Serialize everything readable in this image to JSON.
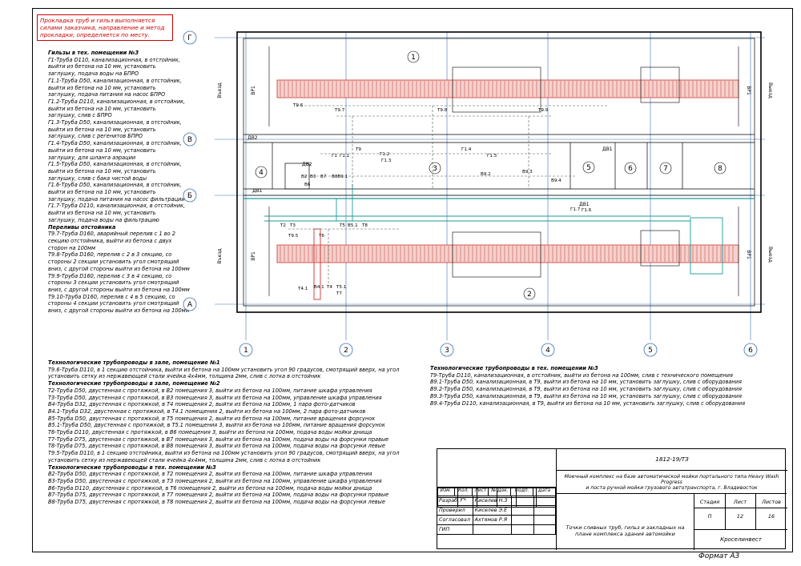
{
  "red_note": [
    "Прокладка труб и гильз выполняется",
    "силами заказчика, направление и метод",
    "прокладки, определяется по месту."
  ],
  "left_text": [
    {
      "t": "Гильзы в тех. помещении №3",
      "h": true
    },
    {
      "t": "Г1-Труба D110, канализационная, в отстойник,"
    },
    {
      "t": "выйти из бетона на 10 мм, установить"
    },
    {
      "t": "заглушку, подача воды на БПРО"
    },
    {
      "t": "Г1.1-Труба D50, канализационная, в отстойник,"
    },
    {
      "t": "выйти из бетона на 10 мм, установить"
    },
    {
      "t": "заглушку, подача питания на насос БПРО"
    },
    {
      "t": "Г1.2-Труба D110, канализационная, в отстойник,"
    },
    {
      "t": "выйти из бетона на 10 мм, установить"
    },
    {
      "t": "заглушку, слив с БПРО"
    },
    {
      "t": "Г1.3-Труба D50, канализационная, в отстойник,"
    },
    {
      "t": "выйти из бетона на 10 мм, установить"
    },
    {
      "t": "заглушку, слив с регенитов БПРО"
    },
    {
      "t": "Г1.4-Труба D50, канализационная, в отстойник,"
    },
    {
      "t": "выйти из бетона на 10 мм, установить"
    },
    {
      "t": "заглушку, для шланга аэрации"
    },
    {
      "t": "Г1.5-Труба D50, канализационная, в отстойник,"
    },
    {
      "t": "выйти из бетона на 10 мм, установить"
    },
    {
      "t": "заглушку, слив с бака чистой воды"
    },
    {
      "t": "Г1.6-Труба D50, канализационная, в отстойник,"
    },
    {
      "t": "выйти из бетона на 10 мм, установить"
    },
    {
      "t": "заглушку, подача питания на насос фильтрации"
    },
    {
      "t": "Г1.7-Труба D110, канализационная, в отстойник,"
    },
    {
      "t": "выйти из бетона на 10 мм, установить"
    },
    {
      "t": "заглушку, подача воды на фильтрацию"
    },
    {
      "t": "Переливы отстойника",
      "h": true
    },
    {
      "t": "Т9.7-Труба D160, аварийный перелив с 1 во 2"
    },
    {
      "t": "секцию отстойника, выйти из бетона с двух"
    },
    {
      "t": "сторон на 100мм"
    },
    {
      "t": "Т9.8-Труба D160, перелив с 2 в 3 секцию, со"
    },
    {
      "t": "стороны 2 секции установить угол смотрящий"
    },
    {
      "t": "вниз, с другой стороны выйти из бетона на 100мм"
    },
    {
      "t": "Т9.9-Труба D160, перелив с 3 в 4 секцию, со"
    },
    {
      "t": "стороны 3 секции установить угол смотрящий"
    },
    {
      "t": "вниз, с другой стороны выйти из бетона на 100мм"
    },
    {
      "t": "Т9.10-Труба D160, перелив с 4 в 5 секцию, со"
    },
    {
      "t": "стороны 4 секции установить угол смотрящий"
    },
    {
      "t": "вниз, с другой стороны выйти из бетона на 100мм"
    }
  ],
  "bottom_text": [
    {
      "t": "Технологические трубопроводы в зале, помещение №1",
      "h": true
    },
    {
      "t": "Т9.6-Труба D110, в 1 секцию отстойника, выйти из бетона на 100мм установить угол 90 градусов, смотрящий вверх, на угол"
    },
    {
      "t": "установить сетку из нержавеющей стали ячейка 4х4мм, толщина 2мм, слив с лотка в отстойник"
    },
    {
      "t": "Технологические трубопроводы в зале, помещение №2",
      "h": true
    },
    {
      "t": "Т2-Труба D50, двустенная с протяжкой, в В2 помещения 3, выйти из бетона на 100мм, питание шкафа управления"
    },
    {
      "t": "Т3-Труба D50, двустенная с протяжкой, в В3 помещения 3, выйти из бетона на 100мм, управление шкафа управления"
    },
    {
      "t": "В4-Труба D32, двустенная с протяжкой, в Т4 помещения 2, выйти из бетона на 100мм, 1 пара фото-датчиков"
    },
    {
      "t": "В4.1-Труба D32, двустенная с протяжкой, в Т4.1 помещения 2, выйти из бетона на 100мм, 2 пара фото-датчиков"
    },
    {
      "t": "В5-Труба D50, двустенная с протяжкой, в Т5 помещения 2, выйти из бетона на 100мм, питание вращения форсунок"
    },
    {
      "t": "В5.1-Труба D50, двустенная с протяжкой, в Т5.1 помещения 3, выйти из бетона на 100мм, питание вращения форсунок"
    },
    {
      "t": "Т6-Труба D110, двустенная с протяжкой, в В6 помещения 3, выйти из бетона на 100мм, подача воды мойки днища"
    },
    {
      "t": "Т7-Труба D75, двустенная с протяжкой, в В7 помещения 3, выйти из бетона на 100мм, подача воды на форсунки правые"
    },
    {
      "t": "Т8-Труба D75, двустенная с протяжкой, в В8 помещения 3, выйти из бетона на 100мм, подача воды на форсунки левые"
    },
    {
      "t": "Т9.5-Труба D110, в 1 секцию отстойника, выйти из бетона на 100мм установить угол 90 градусов, смотрящий вверх, на угол"
    },
    {
      "t": "установить сетку из нержавеющей стали ячейка 4х4мм, толщина 2мм, слив с лотка в отстойник"
    },
    {
      "t": "Технологические трубопроводы в тех. помещении №3",
      "h": true
    },
    {
      "t": "В2-Труба D50, двустенная с протяжкой, в Т2 помещения 2, выйти из бетона на 100мм, питание шкафа управления"
    },
    {
      "t": "В3-Труба D50, двустенная с протяжкой, в Т3 помещения 2, выйти из бетона на 100мм, управление шкафа управления"
    },
    {
      "t": "В6-Труба D110, двустенная с протяжкой, в Т6 помещения 2, выйти из бетона на 100мм, подача воды мойки днища"
    },
    {
      "t": "В7-Труба D75, двустенная с протяжкой, в Т7 помещения 2, выйти из бетона на 100мм, подача воды на форсунки правые"
    },
    {
      "t": "В8-Труба D75, двустенная с протяжкой, в Т8 помещения 2, выйти из бетона на 100мм, подача воды на форсунки левые"
    }
  ],
  "right_text": [
    {
      "t": "Технологические трубопроводы в тех. помещении №3",
      "h": true
    },
    {
      "t": "Т9-Труба D110, канализационная, в отстойник, выйти из бетона на 100мм, слив с технического помещения"
    },
    {
      "t": "В9.1-Труба D50, канализационная, в Т9, выйти из бетона на 10 мм, установить заглушку, слив с оборудования"
    },
    {
      "t": "В9.2-Труба D50, канализационная, в Т9, выйти из бетона на 10 мм, установить заглушку, слив с оборудования"
    },
    {
      "t": "В9.3-Труба D50, канализационная, в Т9, выйти из бетона на 10 мм, установить заглушку, слив с оборудования"
    },
    {
      "t": "В9.4-Труба D110, канализационная, в Т9, выйти из бетона на 10 мм, установить заглушку, слив с оборудования"
    }
  ],
  "axes_letters": [
    "Г",
    "В",
    "Б",
    "А"
  ],
  "axes_numbers": [
    "1",
    "2",
    "3",
    "4",
    "5",
    "6"
  ],
  "rooms": [
    "1",
    "2",
    "3",
    "4",
    "5",
    "6",
    "7",
    "8"
  ],
  "plan_labels": {
    "vr": [
      "ВР1",
      "ВР1",
      "ВР1",
      "ВР1"
    ],
    "entry": [
      "Въезд",
      "Въезд"
    ],
    "exit": [
      "Выезд",
      "Выезд"
    ],
    "db": [
      "ДВ2",
      "ДВ2",
      "ДВ1",
      "ДВ1",
      "ДВ1"
    ],
    "pipes": [
      "Т9.6",
      "Т9.7",
      "Т9.8",
      "Т9.9",
      "Г1",
      "Г1.1",
      "Т9",
      "Г1.2",
      "Г1.3",
      "Г1.5",
      "Г1.4",
      "В2",
      "В3",
      "В7",
      "В8В9.1",
      "В6",
      "В9.2",
      "В9.3",
      "В9.4",
      "Г1.6",
      "Г1.7",
      "Т2",
      "Т3",
      "Т5",
      "В5.1",
      "Т8",
      "Т9.5",
      "Т6",
      "Т4.1",
      "В4.1",
      "Т4",
      "Т5.1",
      "Т7"
    ]
  },
  "stamp": {
    "code": "1812-19/ТЗ",
    "project": [
      "Моечный комплекс на базе автоматической мойки портального типа Heavy Wash Progress",
      "и поста ручной мойки грузового автотранспорта, г. Владивосток"
    ],
    "sheet_title": [
      "Точки сливных труб, гильз и закладных на",
      "плане комплекса здания автомойки"
    ],
    "company": "Кроселинвест",
    "header_cols": [
      "Изм.",
      "Кол. уч.",
      "Лист",
      "№ Док.",
      "Подп.",
      "Дата"
    ],
    "roles": [
      "Разраб.",
      "Проверил",
      "Согласовал",
      "ГИП"
    ],
    "names": [
      "Киселев Н.З",
      "Киселев Э.Е",
      "Ахтямов Р.Я",
      ""
    ],
    "stage_labels": [
      "Стадия",
      "Лист",
      "Листов"
    ],
    "stage_values": [
      "П",
      "12",
      "16"
    ]
  },
  "format": "Формат А3"
}
